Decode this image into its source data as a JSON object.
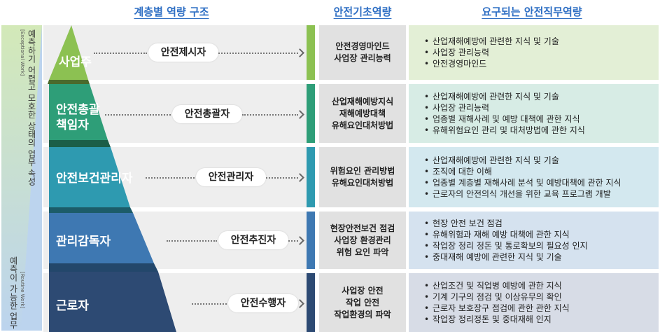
{
  "headers": {
    "structure": "계층별 역량 구조",
    "basic": "안전기초역량",
    "required": "요구되는 안전직무역량"
  },
  "side": {
    "top_label": "예측하기 어렵고 모호한 상태의 업무 속성",
    "top_sub": "[Exceptional Work]",
    "bottom_label": "예측이 가능한 업무",
    "bottom_sub": "[Routine Work]"
  },
  "levels": [
    {
      "role": "사업주",
      "pill": "안전제시자",
      "basic": [
        "안전경영마인드",
        "사업장 관리능력"
      ],
      "req": [
        "산업재해예방에 관련한 지식 및 기술",
        "사업장 관리능력",
        "안전경영마인드"
      ],
      "color": "#8cc152",
      "bg": "#e3efd6"
    },
    {
      "role": "안전총괄책임자",
      "role_lines": [
        "안전총괄",
        "책임자"
      ],
      "pill": "안전총괄자",
      "basic": [
        "산업재해예방지식",
        "재해예방대책",
        "유해요인대처방법"
      ],
      "req": [
        "산업재해예방에 관련한 지식 및 기술",
        "사업장 관리능력",
        "업종별 재해사례 및 예방 대책에 관한 지식",
        "유해위험요인 관리 및 대처방법에 관한 지식"
      ],
      "color": "#2e9e78",
      "bg": "#d7ece5"
    },
    {
      "role": "안전보건관리자",
      "pill": "안전관리자",
      "basic": [
        "위험요인 관리방법",
        "유해요인대처방법"
      ],
      "req": [
        "산업재해예방에 관련한 지식 및 기술",
        "조직에 대한 이해",
        "업종별 계층별 재해사례 분석 및 예방대책에 관한 지식",
        "근로자의 안전의식 개선을 위한 교육 프로그램 개발"
      ],
      "color": "#2e9ab0",
      "bg": "#d3e8ef"
    },
    {
      "role": "관리감독자",
      "pill": "안전추진자",
      "basic": [
        "현장안전보건 점검",
        "사업장 환경관리",
        "위험 요인 파악"
      ],
      "req": [
        "현장 안전 보건 점검",
        "유해위험과 재해 예방 대책에 관한 지식",
        "작업장 정리 정돈 및 통로확보의 필요성 인지",
        "중대재해 예방에 관련한 지식 및 기술"
      ],
      "color": "#3e78b2",
      "bg": "#d5e2ef"
    },
    {
      "role": "근로자",
      "pill": "안전수행자",
      "basic": [
        "사업장 안전",
        "작업 안전",
        "작업환경의 파악"
      ],
      "req": [
        "산업조건 및 직업병 예방에 관한 지식",
        "기계 기구의 점검 및 이상유무의 확인",
        "근로자 보호장구 점검에 관한 관한 지식",
        "작업장 정리정돈 및 중대재해 인지"
      ],
      "color": "#2d4a73",
      "bg": "#d7dce6"
    }
  ]
}
